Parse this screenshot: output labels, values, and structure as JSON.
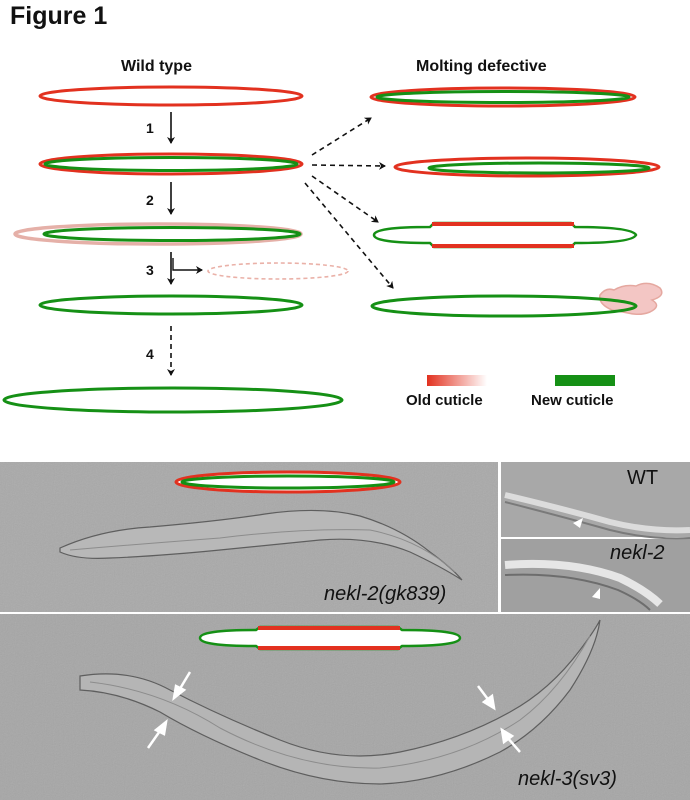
{
  "figure": {
    "title": "Figure 1"
  },
  "columns": {
    "wild_type": "Wild type",
    "molting_defective": "Molting defective"
  },
  "steps": [
    "1",
    "2",
    "3",
    "4"
  ],
  "legend": {
    "old": "Old cuticle",
    "new": "New cuticle"
  },
  "colors": {
    "old_cuticle": "#e2311f",
    "new_cuticle": "#159015",
    "faded_old": "#e5b0a8",
    "arrow": "#111111"
  },
  "micrographs": {
    "top_main": "nekl-2(gk839)",
    "inset_top": "WT",
    "inset_bottom": "nekl-2",
    "bottom_main": "nekl-3(sv3)"
  }
}
